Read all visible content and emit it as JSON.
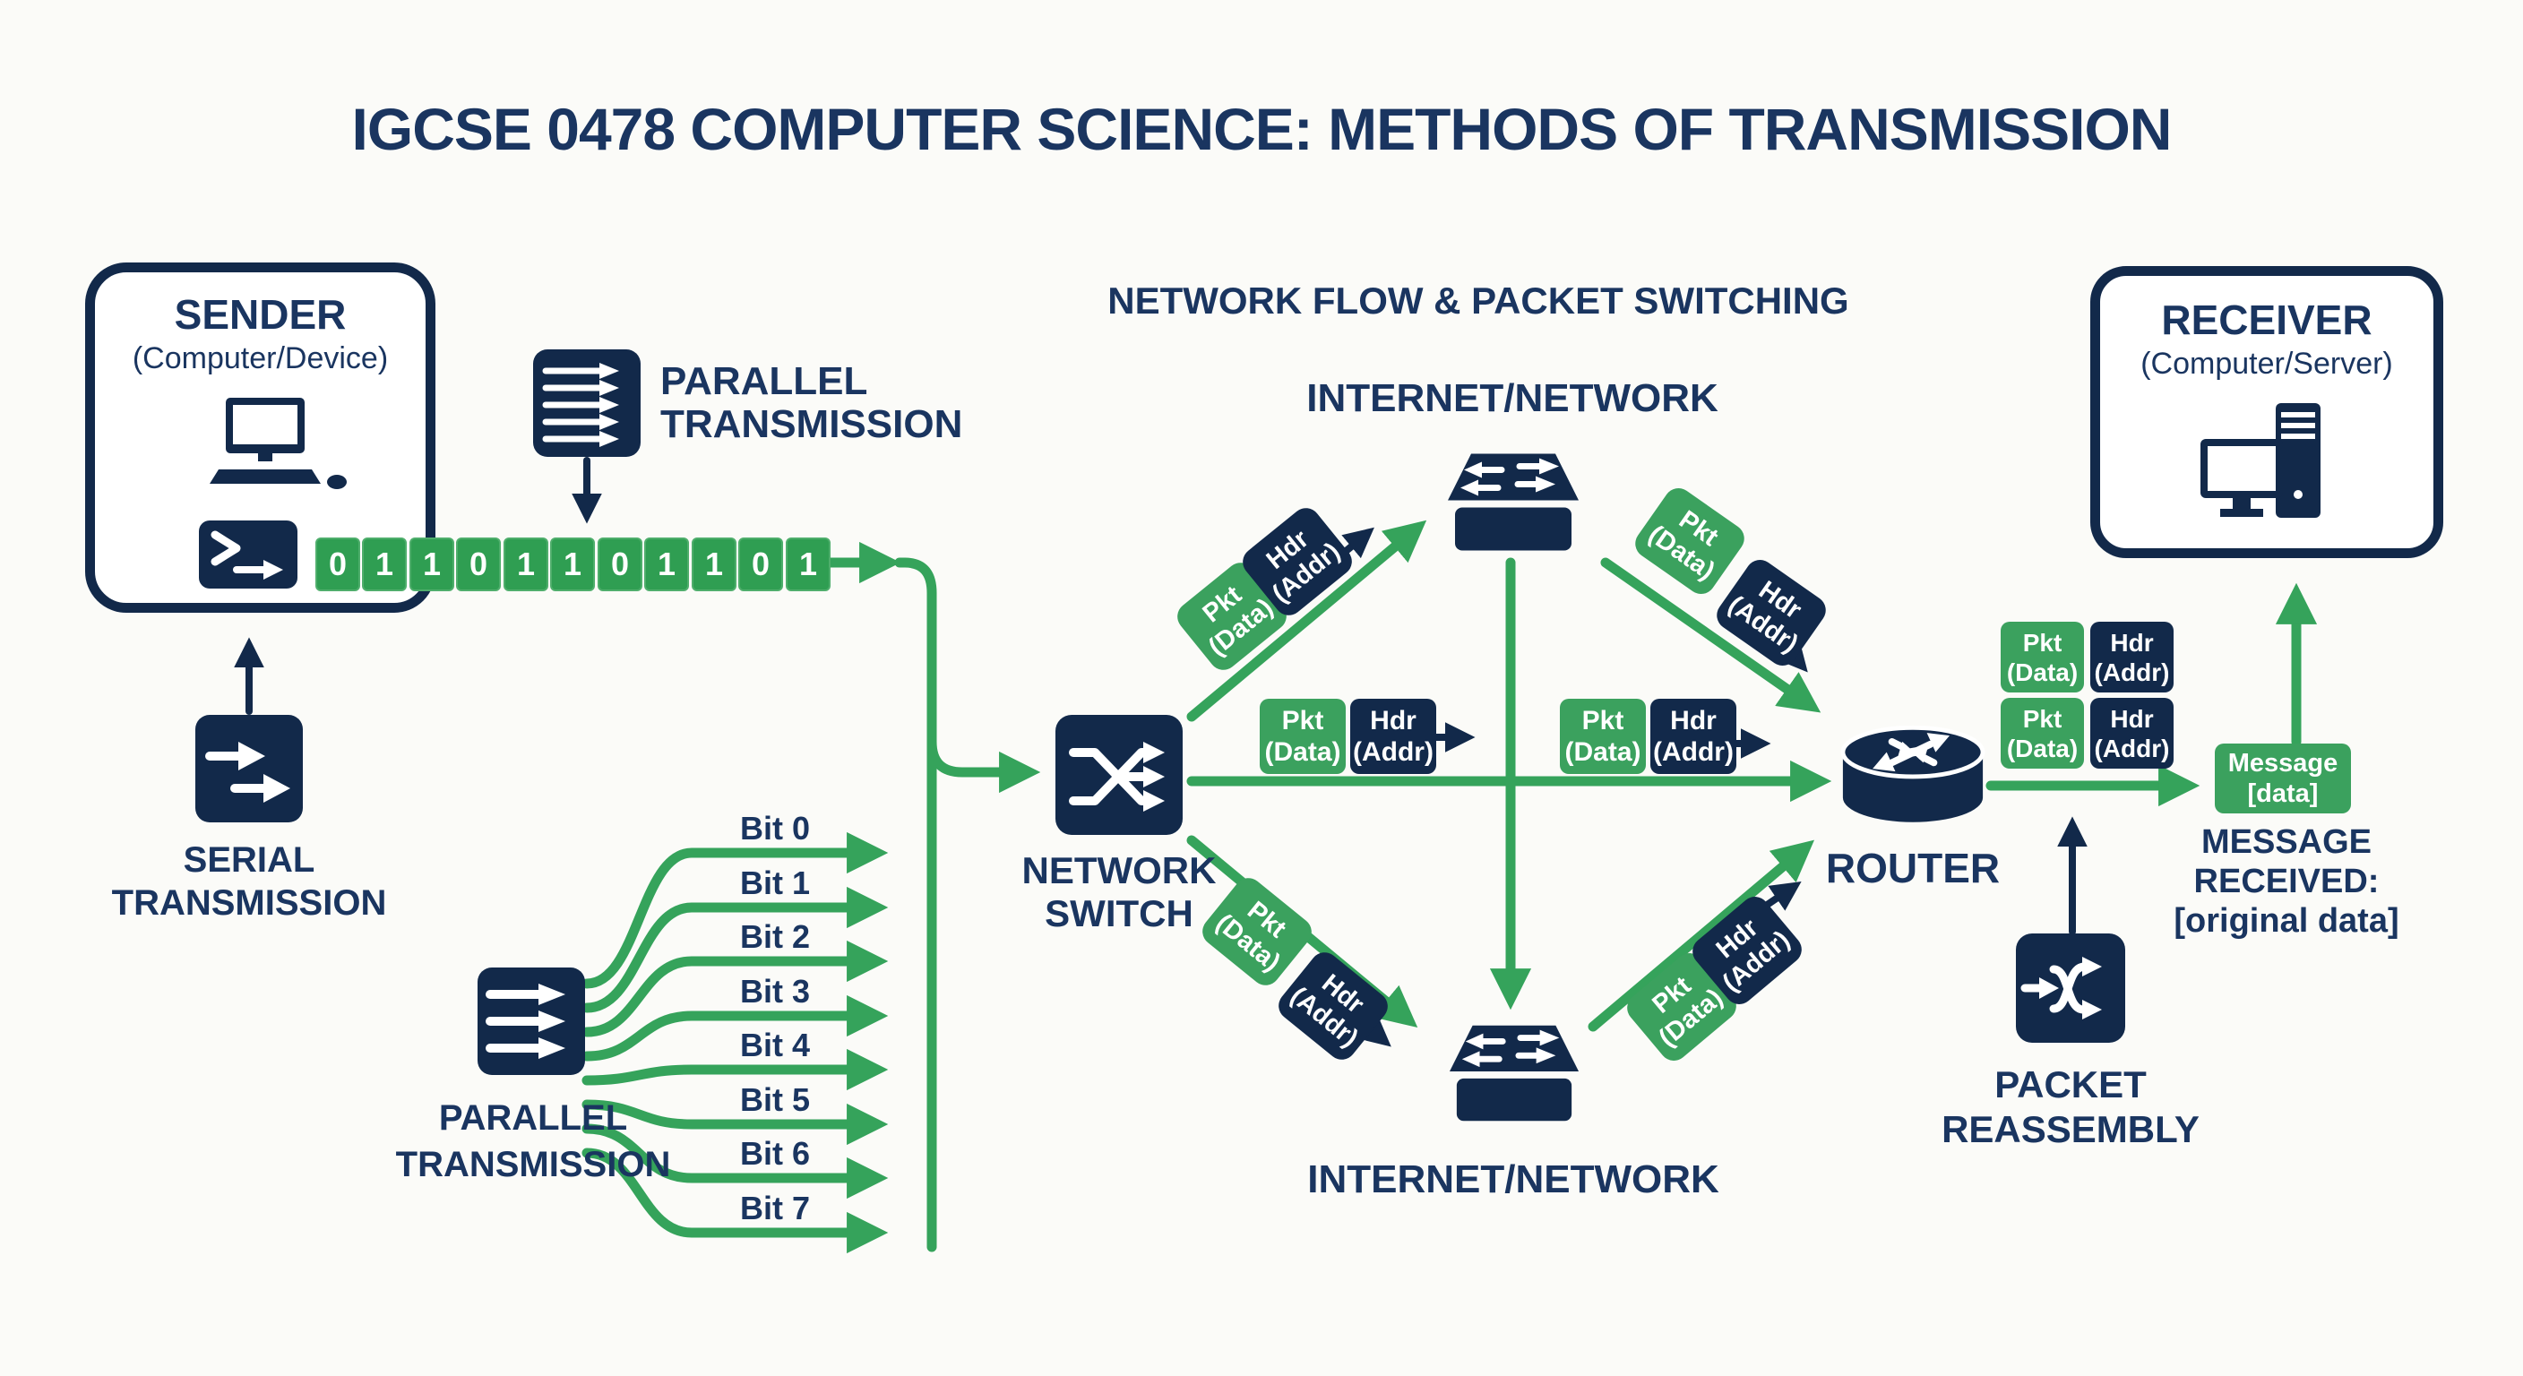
{
  "title": "IGCSE 0478 COMPUTER SCIENCE: METHODS OF TRANSMISSION",
  "headings": {
    "network_flow": "NETWORK FLOW & PACKET SWITCHING"
  },
  "sender": {
    "title": "SENDER",
    "subtitle": "(Computer/Device)"
  },
  "receiver": {
    "title": "RECEIVER",
    "subtitle": "(Computer/Server)"
  },
  "serial": {
    "label1": "SERIAL",
    "label2": "TRANSMISSION",
    "bits": [
      "0",
      "1",
      "1",
      "0",
      "1",
      "1",
      "0",
      "1",
      "1",
      "0",
      "1"
    ]
  },
  "parallel_top": {
    "label1": "PARALLEL",
    "label2": "TRANSMISSION"
  },
  "parallel_bottom": {
    "label1": "PARALLEL",
    "label2": "TRANSMISSION",
    "bit_labels": [
      "Bit 0",
      "Bit 1",
      "Bit 2",
      "Bit 3",
      "Bit 4",
      "Bit 5",
      "Bit 6",
      "Bit 7"
    ]
  },
  "switch": {
    "label1": "NETWORK",
    "label2": "SWITCH"
  },
  "internet_top": {
    "label": "INTERNET/NETWORK"
  },
  "internet_bottom": {
    "label": "INTERNET/NETWORK"
  },
  "router": {
    "label": "ROUTER"
  },
  "packet": {
    "pkt1": "Pkt",
    "pkt2": "(Data)",
    "hdr1": "Hdr",
    "hdr2": "(Addr)"
  },
  "reassembly": {
    "label1": "PACKET",
    "label2": "REASSEMBLY"
  },
  "message": {
    "box1": "Message",
    "box2": "[data]",
    "received1": "MESSAGE RECEIVED:",
    "received2": "[original data]"
  },
  "colors": {
    "navy": "#12294a",
    "navy_text": "#1a3560",
    "green": "#2f9e52",
    "green_line": "#35a35b",
    "background": "#fbfbf8"
  }
}
